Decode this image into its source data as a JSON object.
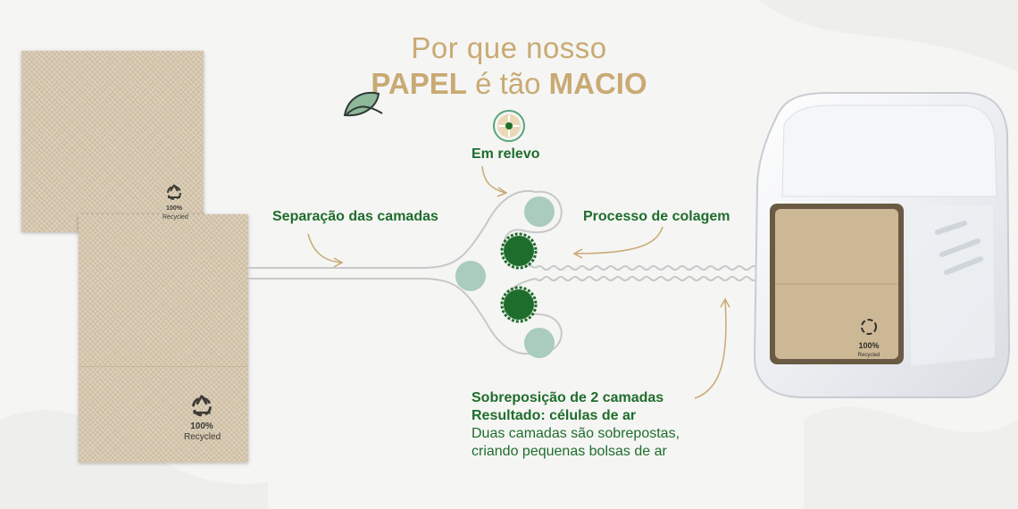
{
  "title": {
    "line1": "Por que nosso",
    "line2_bold1": "PAPEL",
    "line2_middle": " é tão ",
    "line2_bold2": "MACIO"
  },
  "labels": {
    "embossed": "Em relevo",
    "separation": "Separação das camadas",
    "gluing": "Processo de colagem",
    "overlap": "Sobreposição de 2 camadas",
    "result": "Resultado: células de ar",
    "desc_line1": "Duas camadas são sobrepostas,",
    "desc_line2": "criando pequenas bolsas de ar"
  },
  "recycled": {
    "percent": "100%",
    "word": "Recycled"
  },
  "colors": {
    "title": "#c9aa73",
    "label_green": "#1f6d2c",
    "circle_light": "#a9ccbd",
    "circle_dark": "#1f6d2c",
    "napkin": "#d8c8ad",
    "arrow": "#c9aa73"
  },
  "icons": [
    "leaf-icon",
    "recycle-icon",
    "embossed-icon"
  ]
}
